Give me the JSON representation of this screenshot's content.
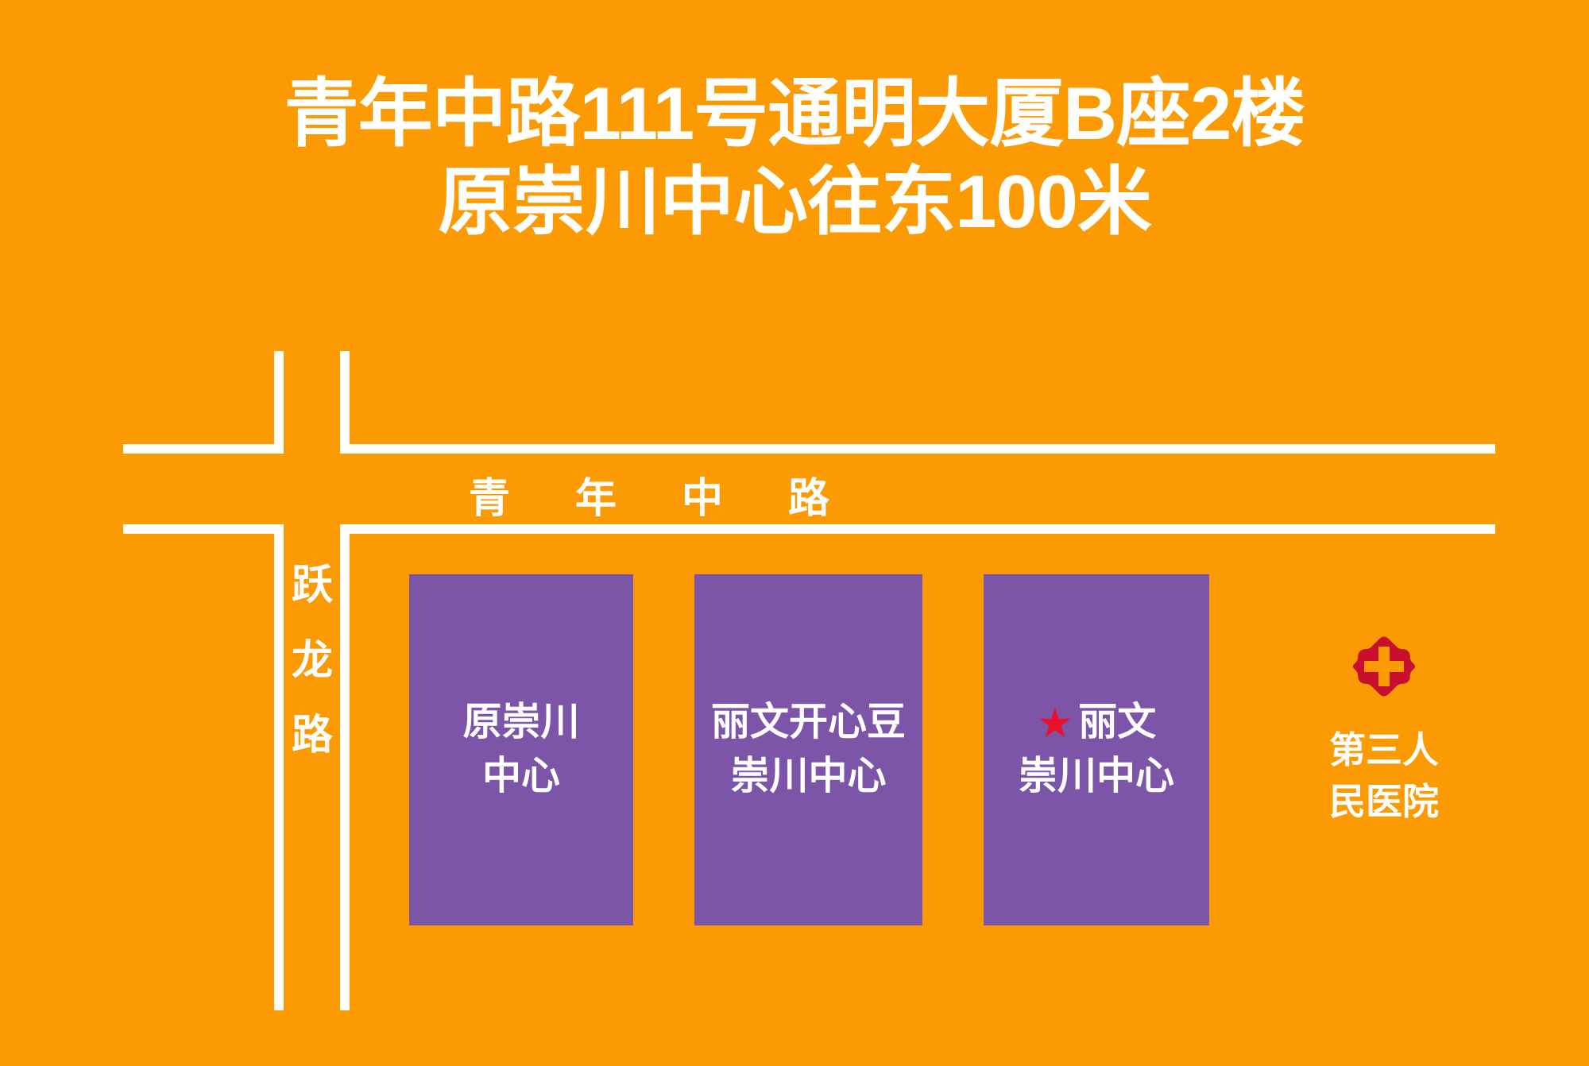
{
  "theme": {
    "background": "#FB9A02",
    "road": "#FFFFFF",
    "building": "#7C54A8",
    "text": "#FFFFFF",
    "star": "#E8112D",
    "hospital_icon": "#C8102E"
  },
  "title": {
    "line1": "青年中路111号通明大厦B座2楼",
    "line2": "原崇川中心往东100米"
  },
  "roads": {
    "horizontal": {
      "name": "青年中路",
      "orientation": "horizontal"
    },
    "vertical": {
      "name": "跃龙路",
      "orientation": "vertical",
      "stacked": "跃\n龙\n路"
    }
  },
  "buildings": [
    {
      "id": "building-yuan-chongchuan-center",
      "line1": "原崇川",
      "line2": "中心",
      "has_star": false
    },
    {
      "id": "building-liwen-kaixindou",
      "line1": "丽文开心豆",
      "line2": "崇川中心",
      "has_star": false
    },
    {
      "id": "building-liwen-chongchuan-center",
      "star": "★",
      "line1": "丽文",
      "line2": "崇川中心",
      "has_star": true
    }
  ],
  "poi": {
    "hospital": {
      "icon": "hospital-cross-icon",
      "line1": "第三人",
      "line2": "民医院",
      "stacked": "第三人\n民医院"
    }
  }
}
